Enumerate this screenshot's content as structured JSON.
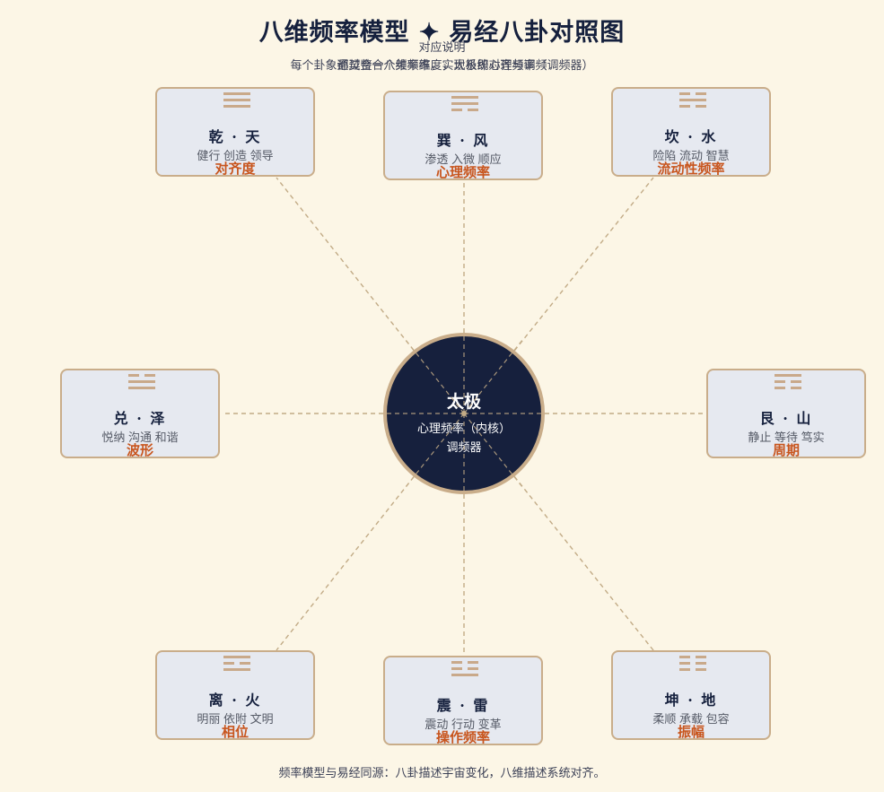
{
  "title": {
    "left": "八维频率模型",
    "star": "✦",
    "right": "易经八卦对照图"
  },
  "legend_label": "对应说明",
  "subtitle_1": "每个卦象都契合一个频率维度，太极即心理频率（调频器）",
  "subtitle_2": "通过整合八维频率，实现系统对齐与调频",
  "center": {
    "title": "太极",
    "line1": "心理频率（内核）",
    "line2": "调频器"
  },
  "trigrams": [
    {
      "id": "qian",
      "name": "乾 · 天",
      "desc": "健行 创造 领导",
      "freq": "对齐度",
      "lines": [
        1,
        1,
        1
      ]
    },
    {
      "id": "xun",
      "name": "巽 · 风",
      "desc": "渗透 入微 顺应",
      "freq": "心理频率",
      "lines": [
        1,
        1,
        0
      ]
    },
    {
      "id": "kan",
      "name": "坎 · 水",
      "desc": "险陷 流动 智慧",
      "freq": "流动性频率",
      "lines": [
        0,
        1,
        0
      ]
    },
    {
      "id": "dui",
      "name": "兑 · 泽",
      "desc": "悦纳 沟通 和谐",
      "freq": "波形",
      "lines": [
        0,
        1,
        1
      ]
    },
    {
      "id": "gen",
      "name": "艮 · 山",
      "desc": "静止 等待 笃实",
      "freq": "周期",
      "lines": [
        1,
        0,
        0
      ]
    },
    {
      "id": "li",
      "name": "离 · 火",
      "desc": "明丽 依附 文明",
      "freq": "相位",
      "lines": [
        1,
        0,
        1
      ]
    },
    {
      "id": "zhen",
      "name": "震 · 雷",
      "desc": "震动 行动 变革",
      "freq": "操作频率",
      "lines": [
        0,
        0,
        1
      ]
    },
    {
      "id": "kun",
      "name": "坤 · 地",
      "desc": "柔顺 承载 包容",
      "freq": "振幅",
      "lines": [
        0,
        0,
        0
      ]
    }
  ],
  "footer": "频率模型与易经同源：八卦描述宇宙变化，八维描述系统对齐。"
}
